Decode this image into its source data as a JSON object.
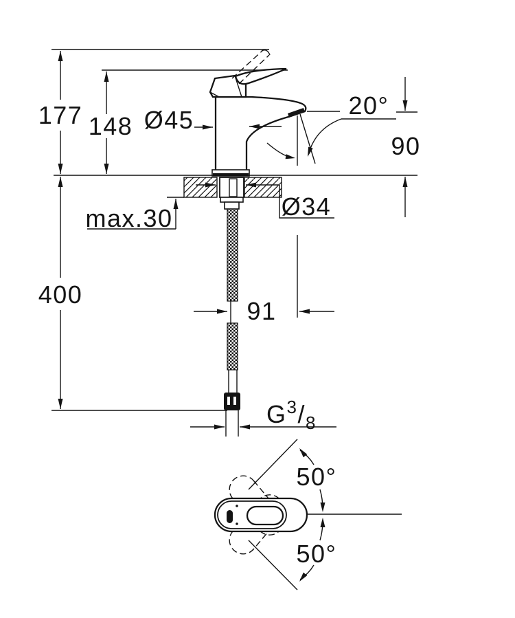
{
  "drawing": {
    "background": "#ffffff",
    "line_color": "#141414",
    "labels": {
      "total_height": "177",
      "height_to_lever_top": "148",
      "body_diameter": "Ø45",
      "stream_angle": "20°",
      "outlet_height": "90",
      "hole_diameter": "Ø34",
      "max_mounting_thickness": "max.30",
      "hose_length": "400",
      "outlet_offset": "91",
      "thread_G": "G",
      "thread_numerator": "3",
      "thread_slash": "/",
      "thread_denominator": "8",
      "swivel_up": "50°",
      "swivel_down": "50°"
    }
  }
}
